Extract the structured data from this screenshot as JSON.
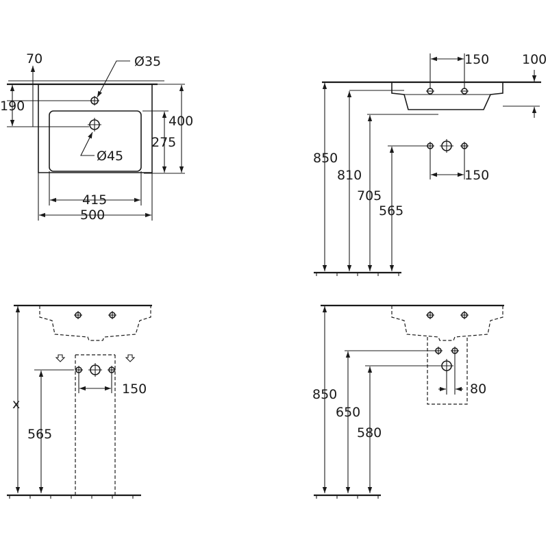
{
  "top_view": {
    "tap_offset": "70",
    "overflow_diameter": "Ø35",
    "tap_hole_distance": "190",
    "depth": "400",
    "bowl_depth": "275",
    "drain_diameter": "Ø45",
    "bowl_width": "415",
    "width": "500"
  },
  "side_view": {
    "fixing_spacing_top": "150",
    "basin_height": "100",
    "height_top": "850",
    "height_bowl_bottom": "810",
    "height_underside": "705",
    "height_waste": "565",
    "fixing_spacing_wall": "150"
  },
  "pedestal_view": {
    "height_variable": "x",
    "height_waste": "565",
    "fixing_spacing": "150"
  },
  "semi_pedestal_view": {
    "height_top": "850",
    "height_fixing": "650",
    "height_waste": "580",
    "fixing_offset": "80"
  }
}
